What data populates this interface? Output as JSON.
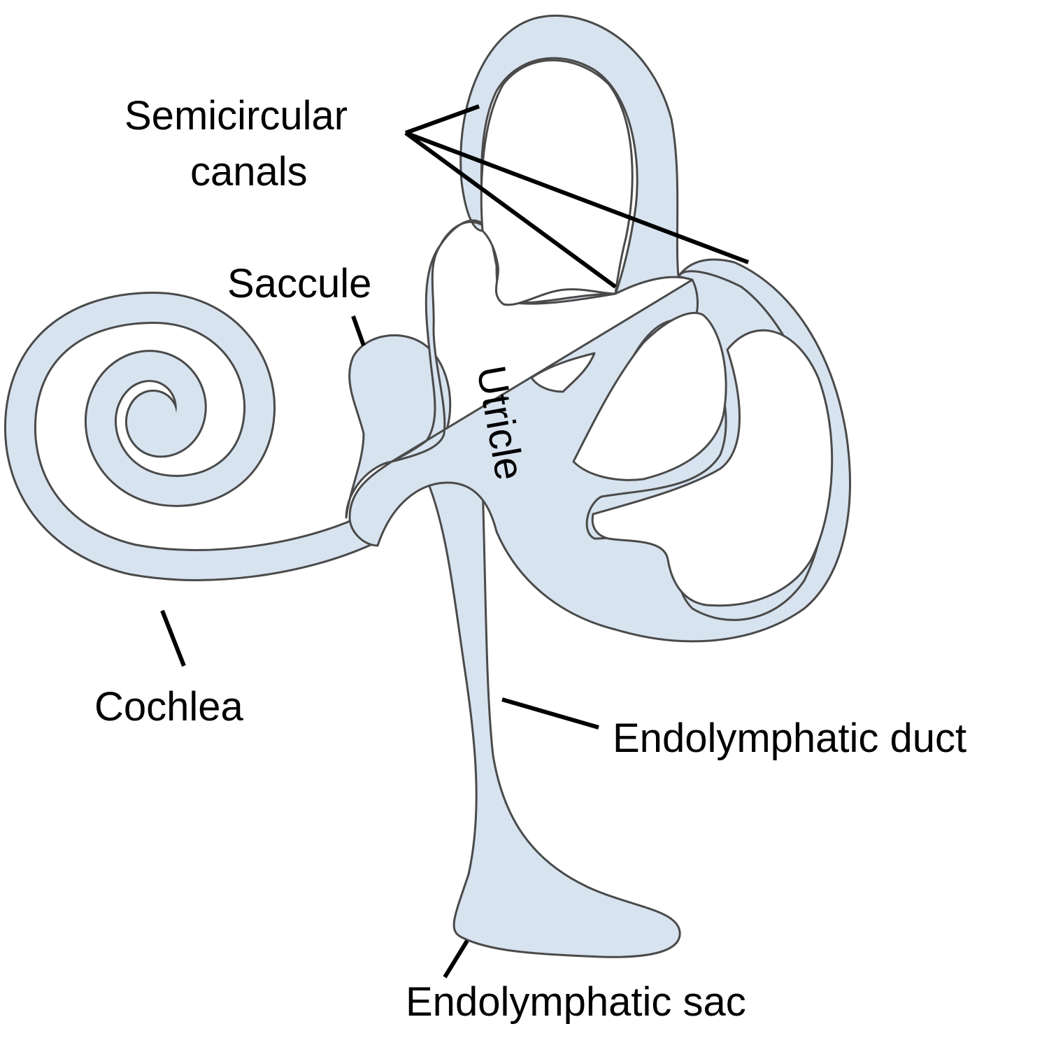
{
  "labels": {
    "semicircular_line1": "Semicircular",
    "semicircular_line2": "canals",
    "saccule": "Saccule",
    "utricle": "Utricle",
    "cochlea": "Cochlea",
    "endolymphatic_duct": "Endolymphatic duct",
    "endolymphatic_sac": "Endolymphatic sac"
  },
  "colors": {
    "organ_fill": "#d8e3f0",
    "outline": "#4a4a4a",
    "leader_lines": "#000000",
    "background": "#ffffff"
  }
}
